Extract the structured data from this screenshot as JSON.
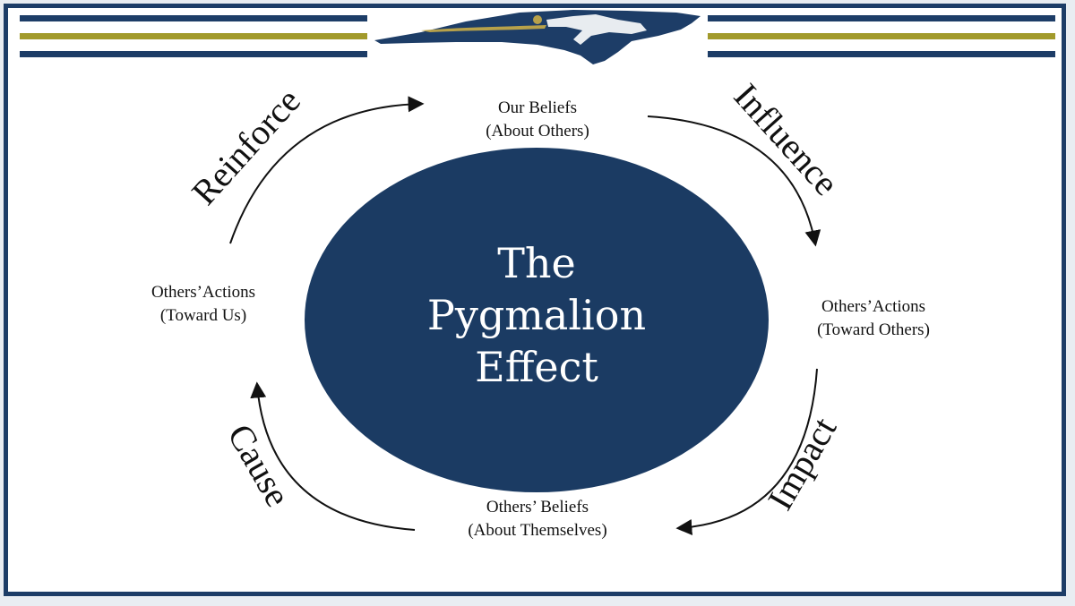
{
  "diagram": {
    "title_lines": [
      "The",
      "Pygmalion",
      "Effect"
    ],
    "nodes": {
      "top": [
        "Our Beliefs",
        "(About Others)"
      ],
      "right": [
        "Others’Actions",
        "(Toward Others)"
      ],
      "bottom": [
        "Others’ Beliefs",
        "(About Themselves)"
      ],
      "left": [
        "Others’Actions",
        "(Toward Us)"
      ]
    },
    "arrow_labels": {
      "influence": "Influence",
      "impact": "Impact",
      "cause": "Cause",
      "reinforce": "Reinforce"
    }
  },
  "colors": {
    "navy": "#1b3b63",
    "gold": "#a29a2b",
    "frame": "#1d3d67",
    "text": "#111111"
  },
  "logo": {
    "icon": "north-carolina-state-silhouette-logo"
  }
}
